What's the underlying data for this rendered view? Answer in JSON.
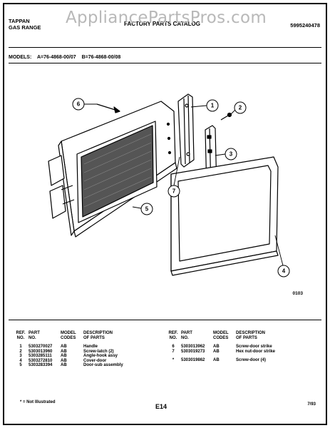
{
  "header": {
    "brand_line1": "TAPPAN",
    "brand_line2": "GAS RANGE",
    "catalog_title": "FACTORY PARTS CATALOG",
    "catalog_number": "5995240478",
    "watermark": "AppliancePartsPros.com"
  },
  "models": {
    "label": "MODELS:",
    "model_a": "A=76-4868-00/07",
    "model_b": "B=76-4868-00/08"
  },
  "diagram": {
    "figure_code": "0103",
    "callouts": [
      "1",
      "2",
      "3",
      "4",
      "5",
      "6",
      "7"
    ]
  },
  "parts_table": {
    "headers": {
      "ref": "REF.\nNO.",
      "part": "PART\nNO.",
      "model": "MODEL\nCODES",
      "desc": "DESCRIPTION\nOF PARTS"
    },
    "left_rows": [
      {
        "ref": "1",
        "part": "5303270027",
        "code": "AB",
        "desc": "Handle"
      },
      {
        "ref": "2",
        "part": "5303013960",
        "code": "AB",
        "desc": "Screw-latch (2)"
      },
      {
        "ref": "3",
        "part": "5303285111",
        "code": "AB",
        "desc": "Angle-hook assy"
      },
      {
        "ref": "4",
        "part": "5303272810",
        "code": "AB",
        "desc": "Cover-door"
      },
      {
        "ref": "5",
        "part": "5303283394",
        "code": "AB",
        "desc": "Door-sub assembly"
      }
    ],
    "right_rows": [
      {
        "ref": "6",
        "part": "5303013962",
        "code": "AB",
        "desc": "Screw-door strike"
      },
      {
        "ref": "7",
        "part": "5303019273",
        "code": "AB",
        "desc": "Hex nut-door strike"
      },
      {
        "ref": "*",
        "part": "5303019862",
        "code": "AB",
        "desc": "Screw-door (4)"
      }
    ]
  },
  "footer": {
    "footnote": "* = Not Illustrated",
    "page": "E14",
    "date": "7/93"
  }
}
